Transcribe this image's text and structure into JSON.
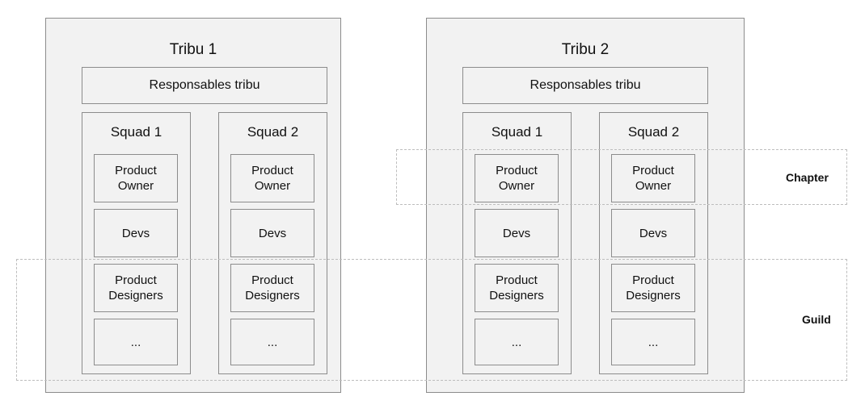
{
  "tribes": [
    {
      "title": "Tribu 1",
      "leads": "Responsables tribu",
      "squads": [
        {
          "title": "Squad 1",
          "roles": [
            "Product\nOwner",
            "Devs",
            "Product\nDesigners",
            "..."
          ]
        },
        {
          "title": "Squad 2",
          "roles": [
            "Product\nOwner",
            "Devs",
            "Product\nDesigners",
            "..."
          ]
        }
      ]
    },
    {
      "title": "Tribu 2",
      "leads": "Responsables tribu",
      "squads": [
        {
          "title": "Squad 1",
          "roles": [
            "Product\nOwner",
            "Devs",
            "Product\nDesigners",
            "..."
          ]
        },
        {
          "title": "Squad 2",
          "roles": [
            "Product\nOwner",
            "Devs",
            "Product\nDesigners",
            "..."
          ]
        }
      ]
    }
  ],
  "chapter_label": "Chapter",
  "guild_label": "Guild",
  "colors": {
    "box_fill": "#f2f2f2",
    "box_border": "#8c8c8c",
    "dashed_border": "#bdbdbd"
  }
}
